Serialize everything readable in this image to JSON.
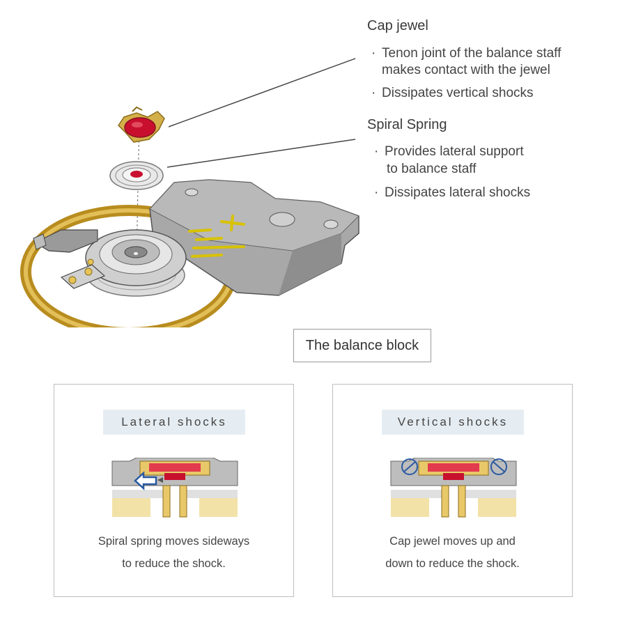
{
  "cap_jewel": {
    "title": "Cap jewel",
    "bullets": [
      "Tenon joint of the balance staff",
      "makes contact with the jewel",
      "Dissipates vertical shocks"
    ]
  },
  "spiral_spring": {
    "title": "Spiral Spring",
    "bullets": [
      "Provides lateral support",
      "to balance staff",
      "Dissipates lateral shocks"
    ]
  },
  "bullet_mark": "·",
  "caption": "The balance block",
  "lateral": {
    "label": "Lateral shocks",
    "text_line1": "Spiral spring moves sideways",
    "text_line2": "to reduce the shock."
  },
  "vertical": {
    "label": "Vertical shocks",
    "text_line1": "Cap jewel moves up and",
    "text_line2": "down to reduce the shock."
  },
  "colors": {
    "jewel_red": "#c8102e",
    "gold": "#c9a227",
    "plate_gray": "#9c9c9c",
    "arrow_blue": "#2a5aa0",
    "label_bg": "#e6edf2"
  }
}
